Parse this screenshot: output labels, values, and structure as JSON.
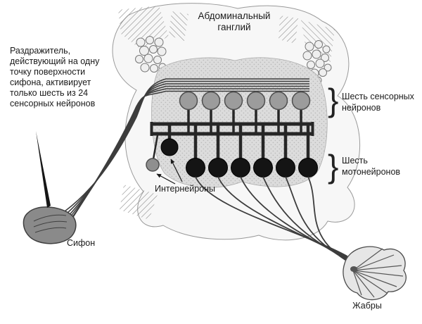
{
  "title": {
    "line1": "Абдоминальный",
    "line2": "ганглий"
  },
  "stimulus_note": {
    "lines": [
      "Раздражитель,",
      "действующий на одну",
      "точку поверхности",
      "сифона, активирует",
      "только шесть из 24",
      "сенсорных нейронов"
    ]
  },
  "sensory_label": {
    "line1": "Шесть сенсорных",
    "line2": "нейронов"
  },
  "motor_label": {
    "line1": "Шесть",
    "line2": "мотонейронов"
  },
  "interneurons_label": "Интернейроны",
  "siphon_label": "Сифон",
  "gills_label": "Жабры",
  "icons": {
    "brace": "}"
  },
  "diagram": {
    "sensory_neuron_count": 6,
    "motor_neuron_count": 6,
    "interneuron_count": 2,
    "siphon_fiber_count": 6,
    "gill_fiber_count": 6,
    "colors": {
      "sensory_neuron": "#9c9c9c",
      "motor_neuron": "#141414",
      "interneuron_large": "#141414",
      "interneuron_small": "#8f8f8f",
      "ganglion_body": "#dcdcdc",
      "siphon": "#8a8a8a",
      "gill": "#e6e6e6",
      "nerve_fiber": "#3d3d3d",
      "neuropil": "#262626"
    }
  }
}
